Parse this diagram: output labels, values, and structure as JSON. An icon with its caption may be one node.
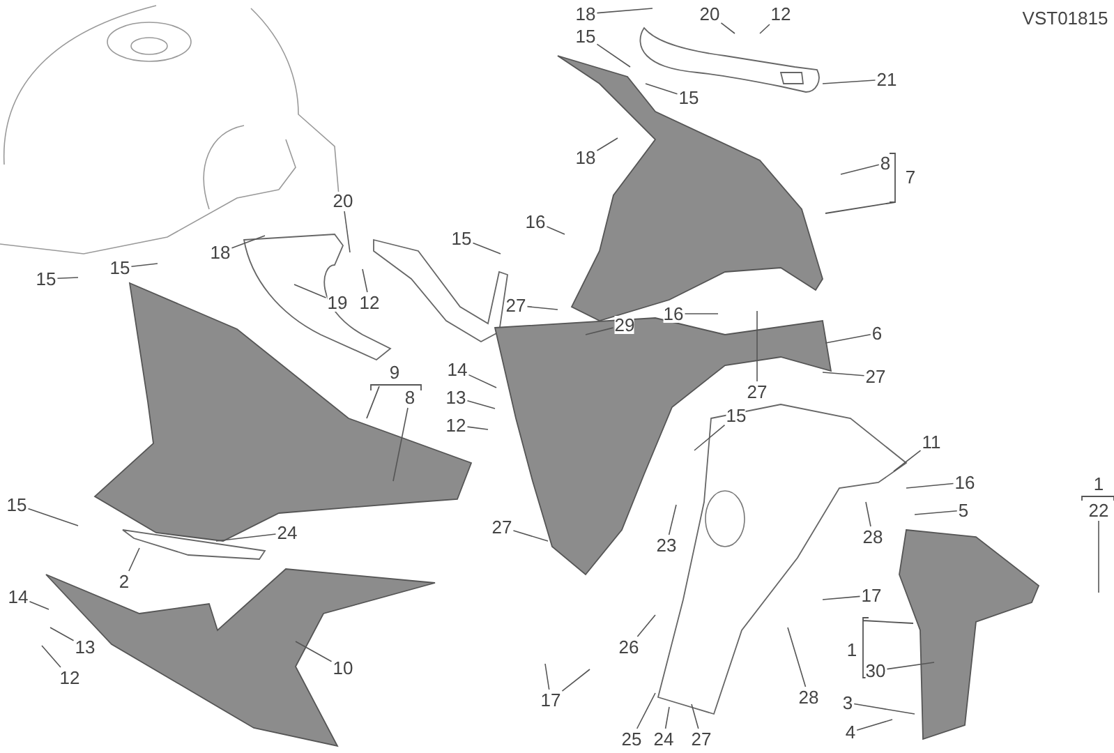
{
  "diagram": {
    "nodes": [
      {
        "text": [
          "18"
        ]
      },
      {
        "text": [
          "20"
        ]
      },
      {
        "text": [
          "12"
        ]
      },
      {
        "text": [
          "15"
        ]
      },
      {
        "text": [
          "21"
        ]
      },
      {
        "text": [
          "15"
        ]
      },
      {
        "text": [
          "18"
        ]
      },
      {
        "text": [
          "8"
        ]
      },
      {
        "text": [
          "20"
        ]
      },
      {
        "text": [
          "16"
        ]
      },
      {
        "text": [
          "15"
        ]
      },
      {
        "text": [
          "18"
        ]
      },
      {
        "text": [
          "15"
        ]
      },
      {
        "text": [
          "15"
        ]
      },
      {
        "text": [
          "19"
        ]
      },
      {
        "text": [
          "12"
        ]
      },
      {
        "text": [
          "27"
        ]
      },
      {
        "text": [
          "16"
        ]
      },
      {
        "text": [
          "29"
        ]
      },
      {
        "text": [
          "6"
        ]
      },
      {
        "text": [
          "14"
        ]
      },
      {
        "text": [
          "27"
        ]
      },
      {
        "text": [
          "8"
        ]
      },
      {
        "text": [
          "13"
        ]
      },
      {
        "text": [
          "27"
        ]
      },
      {
        "text": [
          "12"
        ]
      },
      {
        "text": [
          "15"
        ]
      },
      {
        "text": [
          "11"
        ]
      },
      {
        "text": [
          "16"
        ]
      },
      {
        "text": [
          "22"
        ]
      },
      {
        "text": [
          "15"
        ]
      },
      {
        "text": [
          "5"
        ]
      },
      {
        "text": [
          "27"
        ]
      },
      {
        "text": [
          "24"
        ]
      },
      {
        "text": [
          "28"
        ]
      },
      {
        "text": [
          "23"
        ]
      },
      {
        "text": [
          "2"
        ]
      },
      {
        "text": [
          "14"
        ]
      },
      {
        "text": [
          "17"
        ]
      },
      {
        "text": [
          "30"
        ]
      },
      {
        "text": [
          "13"
        ]
      },
      {
        "text": [
          "26"
        ]
      },
      {
        "text": [
          "10"
        ]
      },
      {
        "text": [
          "12"
        ]
      },
      {
        "text": [
          "17"
        ]
      },
      {
        "text": [
          "28"
        ]
      },
      {
        "text": [
          "3"
        ]
      },
      {
        "text": [
          "4"
        ]
      },
      {
        "text": [
          "25"
        ]
      },
      {
        "text": [
          "24"
        ]
      },
      {
        "text": [
          "27"
        ]
      }
    ],
    "edges": [
      {
        "from": 0,
        "to": null,
        "arrow": "none"
      },
      {
        "from": 1,
        "to": null,
        "arrow": "none"
      },
      {
        "from": 2,
        "to": null,
        "arrow": "none"
      },
      {
        "from": 3,
        "to": null,
        "arrow": "none"
      },
      {
        "from": 4,
        "to": null,
        "arrow": "none"
      },
      {
        "from": 5,
        "to": null,
        "arrow": "none"
      },
      {
        "from": 6,
        "to": null,
        "arrow": "none"
      },
      {
        "from": 7,
        "to": null,
        "arrow": "none"
      },
      {
        "from": 8,
        "to": null,
        "arrow": "none"
      },
      {
        "from": 9,
        "to": null,
        "arrow": "none"
      },
      {
        "from": 10,
        "to": null,
        "arrow": "none"
      },
      {
        "from": 11,
        "to": null,
        "arrow": "none"
      },
      {
        "from": 12,
        "to": null,
        "arrow": "none"
      },
      {
        "from": 13,
        "to": null,
        "arrow": "none"
      },
      {
        "from": 14,
        "to": null,
        "arrow": "none"
      },
      {
        "from": 15,
        "to": null,
        "arrow": "none"
      },
      {
        "from": 16,
        "to": null,
        "arrow": "none"
      },
      {
        "from": 17,
        "to": null,
        "arrow": "none"
      },
      {
        "from": 18,
        "to": null,
        "arrow": "none"
      },
      {
        "from": 19,
        "to": null,
        "arrow": "none"
      },
      {
        "from": 20,
        "to": null,
        "arrow": "none"
      },
      {
        "from": 21,
        "to": null,
        "arrow": "none"
      },
      {
        "from": 22,
        "to": null,
        "arrow": "none"
      },
      {
        "from": 23,
        "to": null,
        "arrow": "none"
      },
      {
        "from": 24,
        "to": null,
        "arrow": "none"
      },
      {
        "from": 25,
        "to": null,
        "arrow": "none"
      },
      {
        "from": 26,
        "to": null,
        "arrow": "none"
      },
      {
        "from": 27,
        "to": null,
        "arrow": "none"
      },
      {
        "from": 28,
        "to": null,
        "arrow": "none"
      },
      {
        "from": 29,
        "to": null,
        "arrow": "none"
      },
      {
        "from": 30,
        "to": null,
        "arrow": "none"
      },
      {
        "from": 31,
        "to": null,
        "arrow": "none"
      },
      {
        "from": 32,
        "to": null,
        "arrow": "none"
      },
      {
        "from": 33,
        "to": null,
        "arrow": "none"
      },
      {
        "from": 34,
        "to": null,
        "arrow": "none"
      },
      {
        "from": 35,
        "to": null,
        "arrow": "none"
      },
      {
        "from": 36,
        "to": null,
        "arrow": "none"
      },
      {
        "from": 37,
        "to": null,
        "arrow": "none"
      },
      {
        "from": 38,
        "to": null,
        "arrow": "none"
      },
      {
        "from": 39,
        "to": null,
        "arrow": "none"
      },
      {
        "from": 40,
        "to": null,
        "arrow": "none"
      },
      {
        "from": 41,
        "to": null,
        "arrow": "none"
      },
      {
        "from": 42,
        "to": null,
        "arrow": "none"
      },
      {
        "from": 43,
        "to": null,
        "arrow": "none"
      },
      {
        "from": 44,
        "to": null,
        "arrow": "none"
      },
      {
        "from": 44,
        "to": null,
        "arrow": "none"
      },
      {
        "from": 45,
        "to": null,
        "arrow": "none"
      },
      {
        "from": 46,
        "to": null,
        "arrow": "none"
      },
      {
        "from": 47,
        "to": null,
        "arrow": "none"
      },
      {
        "from": 48,
        "to": null,
        "arrow": "none"
      },
      {
        "from": 49,
        "to": null,
        "arrow": "none"
      },
      {
        "from": 50,
        "to": null,
        "arrow": "none"
      }
    ],
    "labels": [
      "VST01815",
      "7",
      "9",
      "1",
      "1"
    ]
  }
}
